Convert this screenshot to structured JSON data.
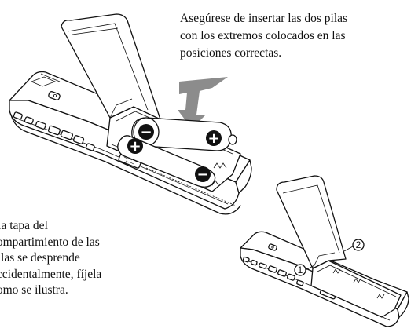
{
  "instructions": {
    "insert_note": [
      "Asegúrese de insertar las dos pilas",
      "con los extremos colocados en las",
      "posiciones correctas."
    ],
    "lid_note": [
      "i la tapa del",
      "compartimiento de las",
      "pilas se desprende",
      "accidentalmente, fíjela",
      "como se ilustra."
    ]
  },
  "figure": {
    "polarity_minus": "−",
    "polarity_plus": "+",
    "callout_1": "1",
    "callout_2": "2"
  },
  "colors": {
    "arrow_gray": "#8c8c8c",
    "line": "#111111"
  }
}
